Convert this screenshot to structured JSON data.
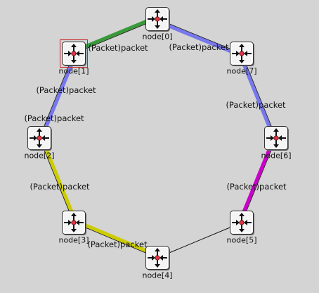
{
  "colors": {
    "canvas_bg": "#d4d4d4",
    "window_border": "#ffffff",
    "selection": "#cc2222",
    "router_dot": "#dd3344"
  },
  "nodes": [
    {
      "id": "node0",
      "label": "node[0]",
      "icon": "router-icon"
    },
    {
      "id": "node1",
      "label": "node[1]",
      "icon": "router-icon",
      "selected": true
    },
    {
      "id": "node2",
      "label": "node[2]",
      "icon": "router-icon"
    },
    {
      "id": "node3",
      "label": "node[3]",
      "icon": "router-icon"
    },
    {
      "id": "node4",
      "label": "node[4]",
      "icon": "router-icon"
    },
    {
      "id": "node5",
      "label": "node[5]",
      "icon": "router-icon"
    },
    {
      "id": "node6",
      "label": "node[6]",
      "icon": "router-icon"
    },
    {
      "id": "node7",
      "label": "node[7]",
      "icon": "router-icon"
    }
  ],
  "links": [
    {
      "from": "node0",
      "to": "node1",
      "color": "#3a9a3a",
      "active": true
    },
    {
      "from": "node0",
      "to": "node7",
      "color": "#7777ee",
      "active": true
    },
    {
      "from": "node7",
      "to": "node6",
      "color": "#7777ee",
      "active": true
    },
    {
      "from": "node6",
      "to": "node5",
      "color": "#cc00cc",
      "active": true
    },
    {
      "from": "node5",
      "to": "node4",
      "color": "#111111",
      "active": false
    },
    {
      "from": "node4",
      "to": "node3",
      "color": "#cccc00",
      "active": true
    },
    {
      "from": "node3",
      "to": "node2",
      "color": "#cccc00",
      "active": true
    },
    {
      "from": "node2",
      "to": "node1",
      "color": "#7777ee",
      "active": true
    }
  ],
  "packets": [
    {
      "id": "pkt-0-1",
      "text": "(Packet)packet"
    },
    {
      "id": "pkt-0-7",
      "text": "(Packet)packet"
    },
    {
      "id": "pkt-1-2",
      "text": "(Packet)packet"
    },
    {
      "id": "pkt-2-1",
      "text": "(Packet)packet"
    },
    {
      "id": "pkt-7-6",
      "text": "(Packet)packet"
    },
    {
      "id": "pkt-6-5",
      "text": "(Packet)packet"
    },
    {
      "id": "pkt-3-2",
      "text": "(Packet)packet"
    },
    {
      "id": "pkt-3-4",
      "text": "(Packet)packet"
    }
  ]
}
